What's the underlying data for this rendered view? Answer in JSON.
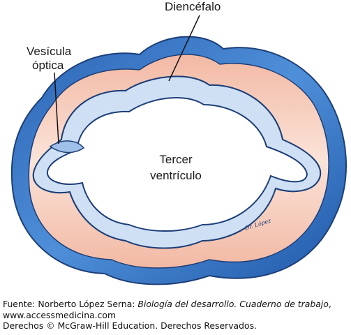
{
  "labels": {
    "diencephalon": "Diencéfalo",
    "optic_vesicle_line1": "Vesícula",
    "optic_vesicle_line2": "óptica",
    "third_ventricle_line1": "Tercer",
    "third_ventricle_line2": "ventrículo"
  },
  "signature": "Dr. López",
  "caption": {
    "source_prefix": "Fuente: Norberto López Serna: ",
    "book_title": "Biología del desarrollo. Cuaderno de trabajo",
    "source_suffix": ", www.accessmedicina.com",
    "rights": "Derechos © McGraw-Hill Education. Derechos Reservados."
  },
  "colors": {
    "outer_blue": "#2f6fc0",
    "wall_light_blue": "#c9dcf3",
    "pink_mesenchyme": "#f6c9b6",
    "line": "#1d3f78"
  }
}
